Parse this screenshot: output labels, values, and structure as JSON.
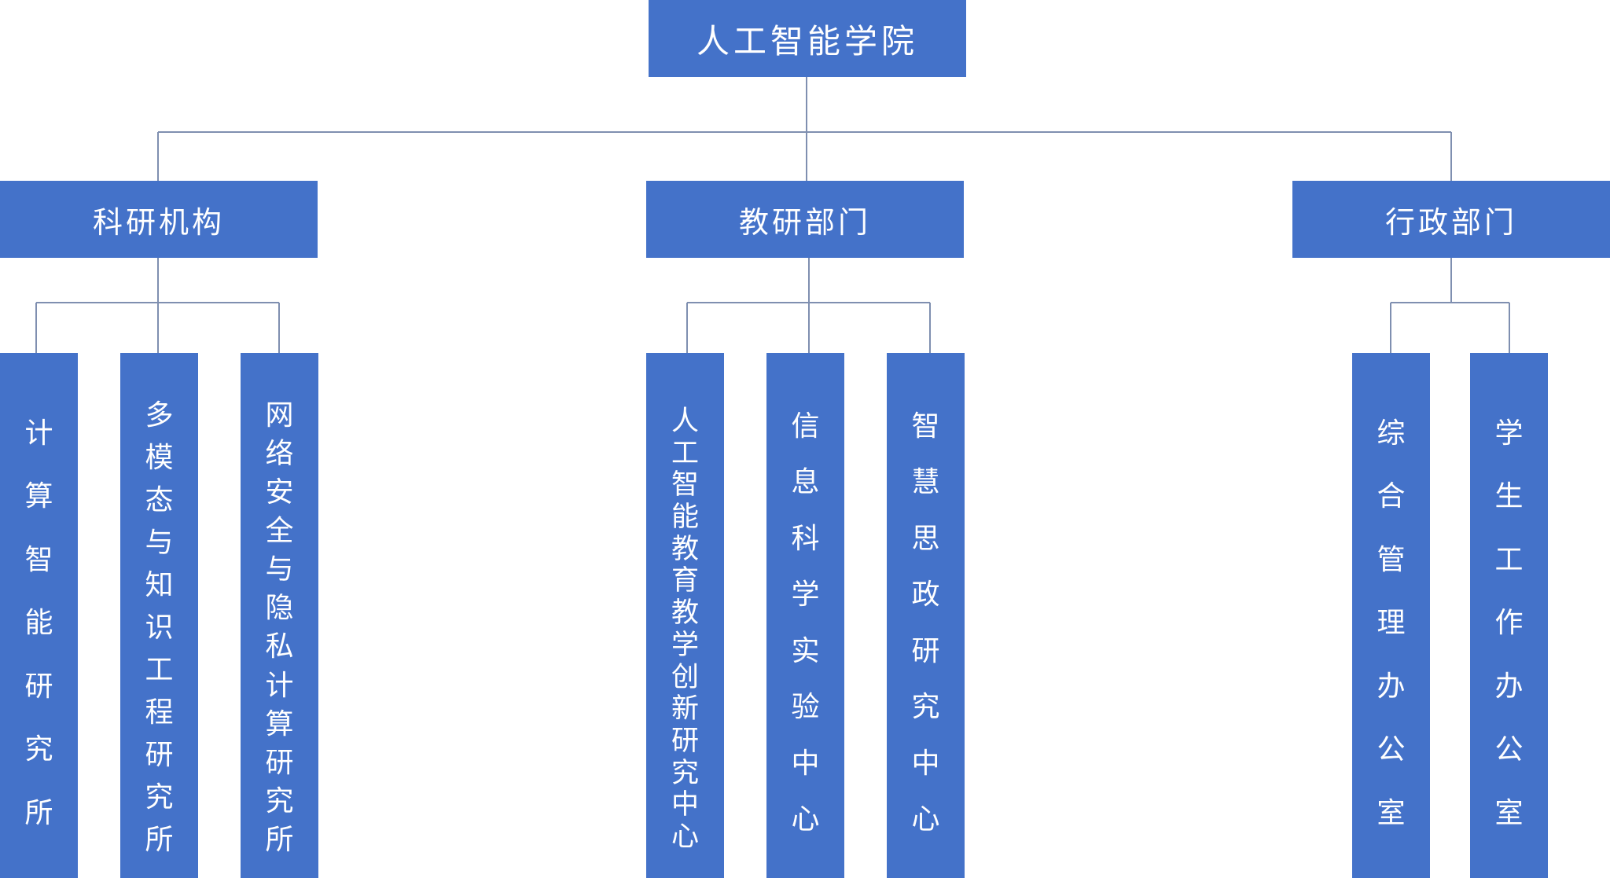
{
  "root": {
    "label": "人工智能学院"
  },
  "departments": [
    {
      "label": "科研机构",
      "children": [
        "计算智能研究所",
        "多模态与知识工程研究所",
        "网络安全与隐私计算研究所"
      ]
    },
    {
      "label": "教研部门",
      "children": [
        "人工智能教育教学创新研究中心",
        "信息科学实验中心",
        "智慧思政研究中心"
      ]
    },
    {
      "label": "行政部门",
      "children": [
        "综合管理办公室",
        "学生工作办公室"
      ]
    }
  ],
  "colors": {
    "box": "#4472c9",
    "line": "#7f8fb0",
    "text": "#ffffff"
  }
}
